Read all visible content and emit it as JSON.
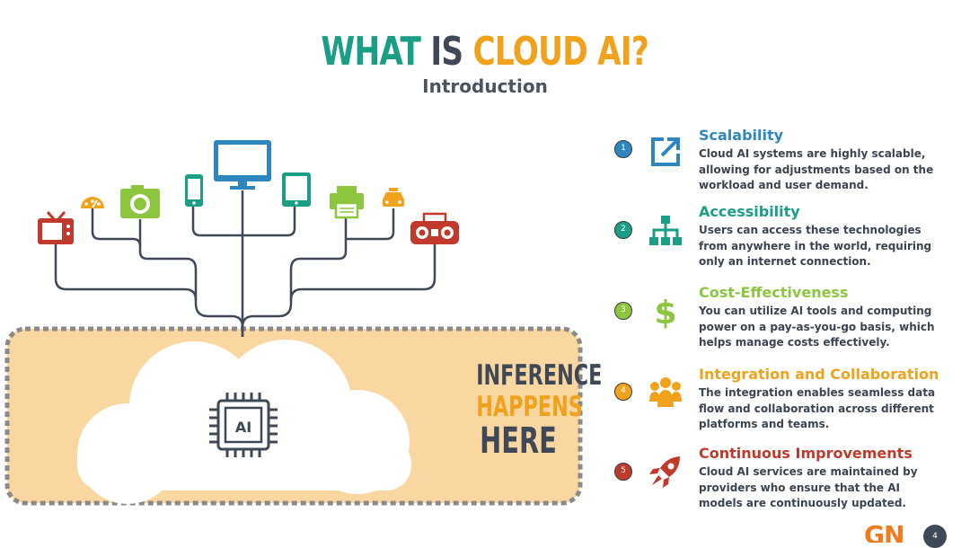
{
  "header": {
    "title_part1": "WHAT",
    "title_part2": "IS",
    "title_part3": "CLOUD AI?",
    "subtitle": "Introduction"
  },
  "diagram": {
    "chip_label": "AI",
    "inference_line1": "INFERENCE",
    "inference_line2": "HAPPENS",
    "inference_line3": "HERE",
    "devices": [
      "tv-icon",
      "speedometer-icon",
      "camera-icon",
      "phone-icon",
      "monitor-icon",
      "tablet-icon",
      "printer-icon",
      "car-icon",
      "radio-icon"
    ]
  },
  "features": [
    {
      "number": "1",
      "title": "Scalability",
      "description": "Cloud AI systems are highly scalable, allowing for adjustments based on the workload and user demand.",
      "color": "#2e86c1",
      "icon": "external-link-icon"
    },
    {
      "number": "2",
      "title": "Accessibility",
      "description": "Users can access these technologies from anywhere in the world, requiring only an internet connection.",
      "color": "#1a9e86",
      "icon": "sitemap-icon"
    },
    {
      "number": "3",
      "title": "Cost-Effectiveness",
      "description": "You can utilize AI tools and computing power on a pay-as-you-go basis, which helps manage costs effectively.",
      "color": "#8cc63f",
      "icon": "dollar-icon"
    },
    {
      "number": "4",
      "title": "Integration and Collaboration",
      "description": "The integration enables seamless data flow and collaboration across different platforms and teams.",
      "color": "#f0a21d",
      "icon": "users-icon"
    },
    {
      "number": "5",
      "title": "Continuous Improvements",
      "description": "Cloud AI services are maintained by providers who ensure that the AI models are continuously updated.",
      "color": "#c0392b",
      "icon": "rocket-icon"
    }
  ],
  "footer": {
    "logo": "GN",
    "page_number": "4"
  },
  "colors": {
    "teal": "#1a9e86",
    "dark": "#3f4856",
    "orange": "#f0a21d",
    "cloud_bg": "#fad7a0"
  }
}
